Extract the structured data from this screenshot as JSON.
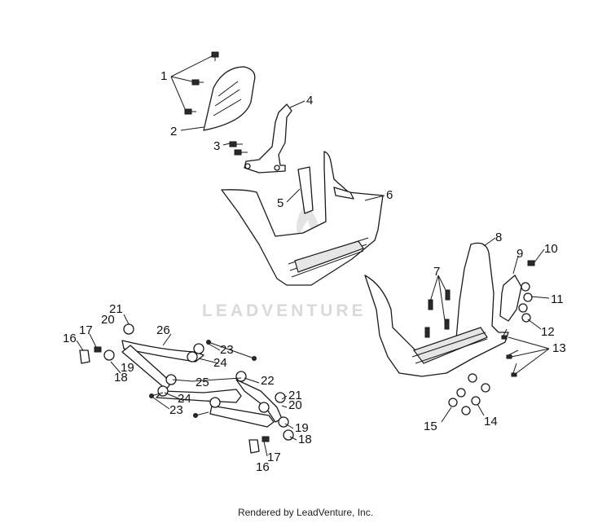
{
  "watermark": "LEADVENTURE",
  "credit": "Rendered by LeadVenture, Inc.",
  "callouts": [
    {
      "id": "c1",
      "text": "1"
    },
    {
      "id": "c2",
      "text": "2"
    },
    {
      "id": "c3",
      "text": "3"
    },
    {
      "id": "c4",
      "text": "4"
    },
    {
      "id": "c5",
      "text": "5"
    },
    {
      "id": "c6",
      "text": "6"
    },
    {
      "id": "c7",
      "text": "7"
    },
    {
      "id": "c8",
      "text": "8"
    },
    {
      "id": "c9",
      "text": "9"
    },
    {
      "id": "c10",
      "text": "10"
    },
    {
      "id": "c11",
      "text": "11"
    },
    {
      "id": "c12",
      "text": "12"
    },
    {
      "id": "c13",
      "text": "13"
    },
    {
      "id": "c14",
      "text": "14"
    },
    {
      "id": "c15",
      "text": "15"
    },
    {
      "id": "c16a",
      "text": "16"
    },
    {
      "id": "c17a",
      "text": "17"
    },
    {
      "id": "c18a",
      "text": "18"
    },
    {
      "id": "c19a",
      "text": "19"
    },
    {
      "id": "c20a",
      "text": "20"
    },
    {
      "id": "c21a",
      "text": "21"
    },
    {
      "id": "c22",
      "text": "22"
    },
    {
      "id": "c23a",
      "text": "23"
    },
    {
      "id": "c24a",
      "text": "24"
    },
    {
      "id": "c25",
      "text": "25"
    },
    {
      "id": "c26",
      "text": "26"
    },
    {
      "id": "c21b",
      "text": "21"
    },
    {
      "id": "c20b",
      "text": "20"
    },
    {
      "id": "c24b",
      "text": "24"
    },
    {
      "id": "c23b",
      "text": "23"
    },
    {
      "id": "c19b",
      "text": "19"
    },
    {
      "id": "c18b",
      "text": "18"
    },
    {
      "id": "c17b",
      "text": "17"
    },
    {
      "id": "c16b",
      "text": "16"
    }
  ]
}
